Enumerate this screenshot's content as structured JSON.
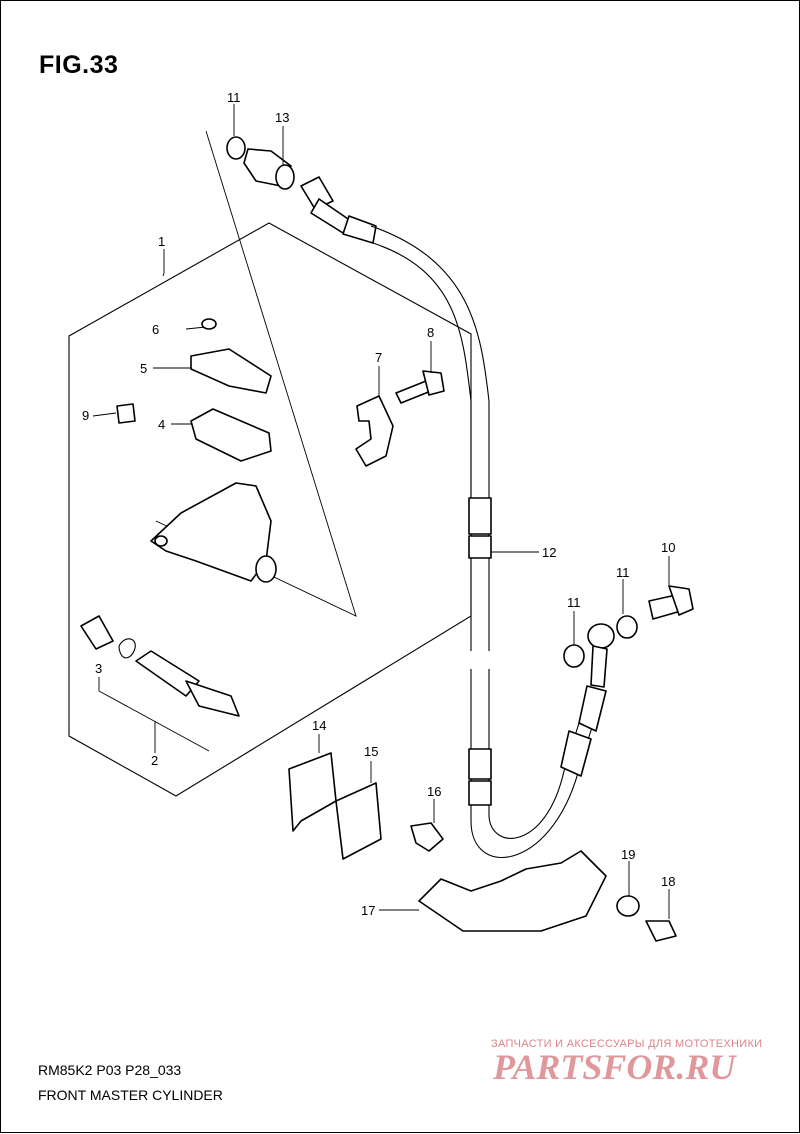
{
  "figure": {
    "title": "FIG.33"
  },
  "footer": {
    "model_code": "RM85K2 P03 P28_033",
    "name": "FRONT MASTER CYLINDER"
  },
  "watermark": {
    "tagline": "ЗАПЧАСТИ И АКСЕССУАРЫ ДЛЯ МОТОТЕХНИКИ",
    "logo_text": "PARTSFOR.RU",
    "color": "#d9868a"
  },
  "callouts": [
    "1",
    "2",
    "3",
    "4",
    "5",
    "6",
    "7",
    "8",
    "9",
    "10",
    "11",
    "11",
    "11",
    "12",
    "13",
    "14",
    "15",
    "16",
    "17",
    "18",
    "19"
  ]
}
